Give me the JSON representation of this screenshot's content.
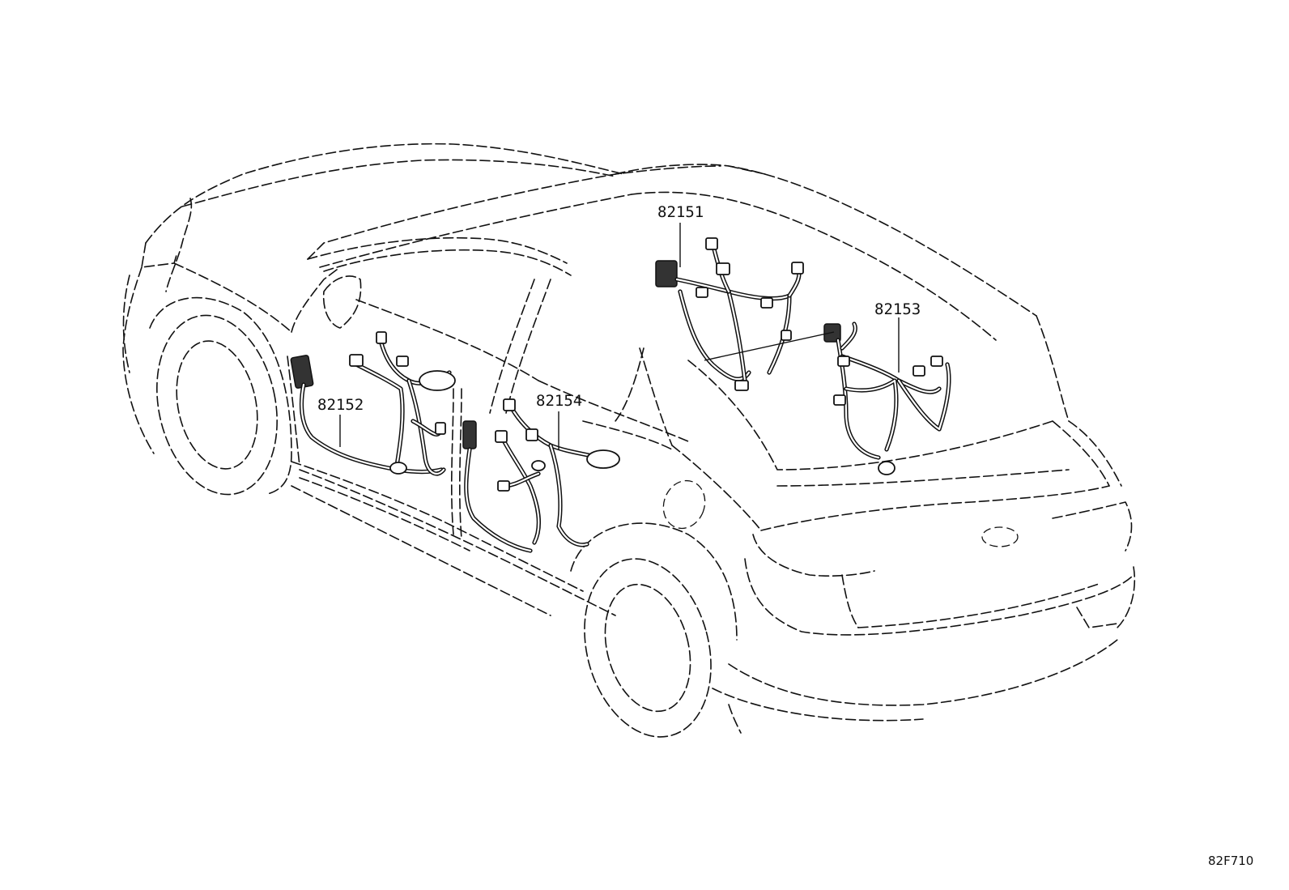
{
  "diagram": {
    "callouts": [
      {
        "id": "82151",
        "label": "82151"
      },
      {
        "id": "82152",
        "label": "82152"
      },
      {
        "id": "82153",
        "label": "82153"
      },
      {
        "id": "82154",
        "label": "82154"
      }
    ],
    "figure_code": "82F710"
  }
}
